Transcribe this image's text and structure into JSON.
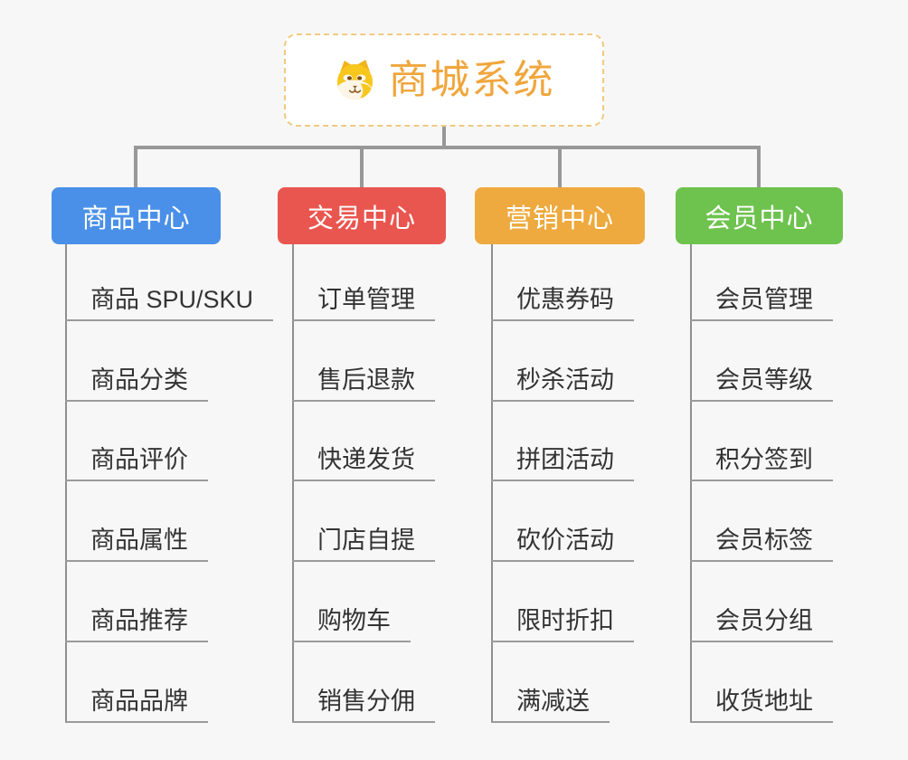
{
  "root": {
    "title": "商城系统",
    "icon": "dog-face-icon",
    "title_color": "#f0a63c",
    "border_color": "#f2c981"
  },
  "connector_color": "#989898",
  "branches": [
    {
      "label": "商品中心",
      "color": "#4a90e8",
      "items": [
        "商品 SPU/SKU",
        "商品分类",
        "商品评价",
        "商品属性",
        "商品推荐",
        "商品品牌"
      ]
    },
    {
      "label": "交易中心",
      "color": "#e9564f",
      "items": [
        "订单管理",
        "售后退款",
        "快递发货",
        "门店自提",
        "购物车",
        "销售分佣"
      ]
    },
    {
      "label": "营销中心",
      "color": "#eeaa3e",
      "items": [
        "优惠券码",
        "秒杀活动",
        "拼团活动",
        "砍价活动",
        "限时折扣",
        "满减送"
      ]
    },
    {
      "label": "会员中心",
      "color": "#6ec24e",
      "items": [
        "会员管理",
        "会员等级",
        "积分签到",
        "会员标签",
        "会员分组",
        "收货地址"
      ]
    }
  ]
}
